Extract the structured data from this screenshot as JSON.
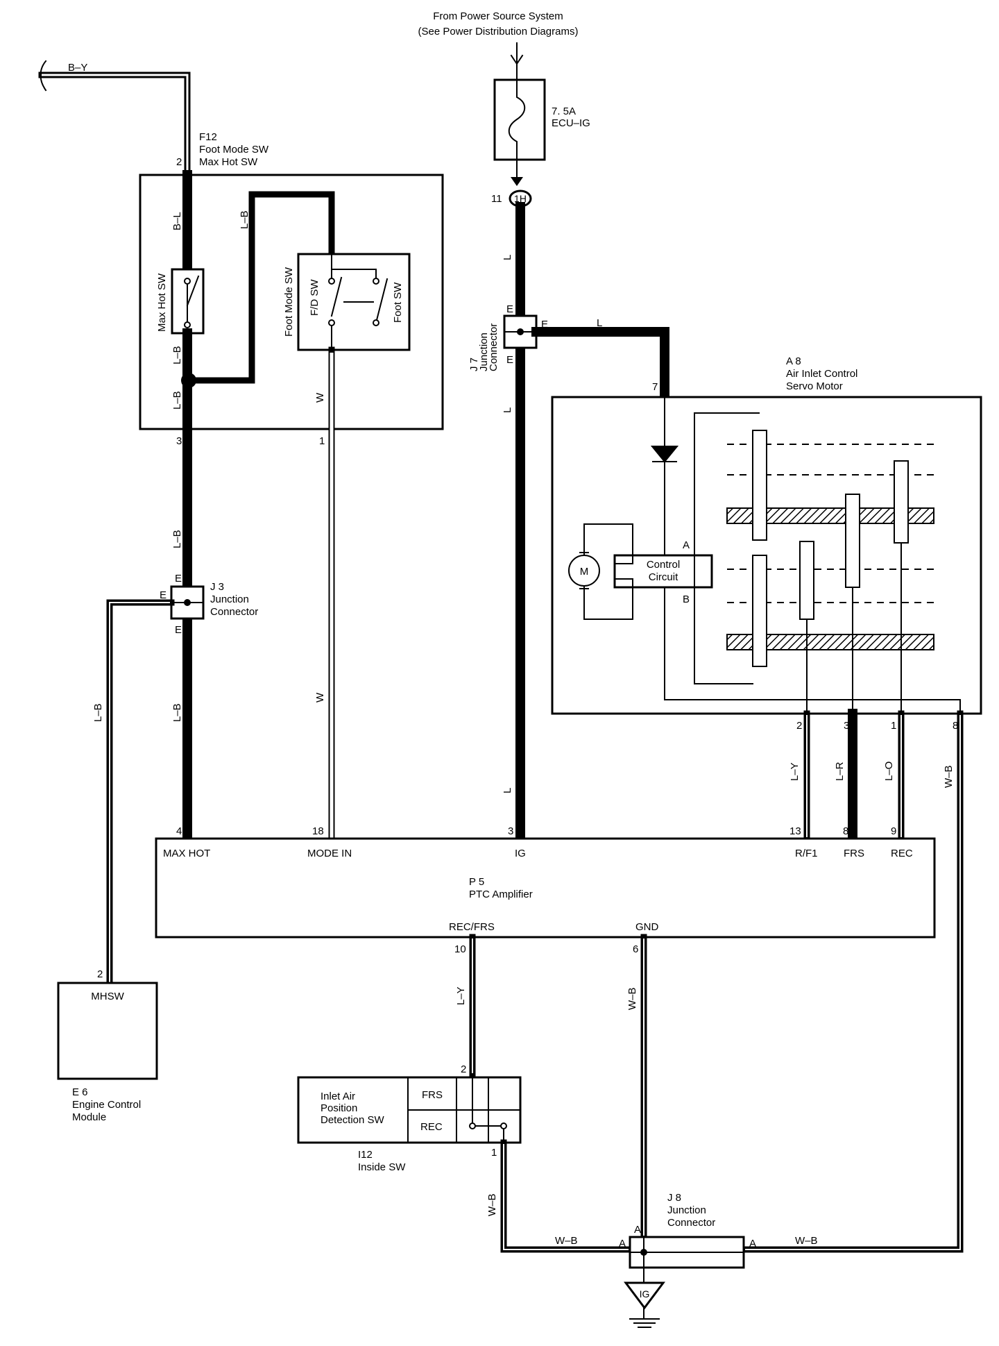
{
  "power_source": {
    "line1": "From Power Source System",
    "line2": "(See Power Distribution Diagrams)"
  },
  "fuse": {
    "rating": "7. 5A",
    "name": "ECU–IG"
  },
  "connector_1h": {
    "pin": "11",
    "id": "1H"
  },
  "top_wire": {
    "color": "B–Y"
  },
  "f12": {
    "id": "F12",
    "name1": "Foot Mode SW",
    "name2": "Max Hot SW",
    "pin_top": "2",
    "pin_left": "3",
    "pin_right": "1",
    "max_hot_label": "Max Hot SW",
    "foot_mode_label": "Foot Mode SW",
    "fd_label": "F/D SW",
    "foot_label": "Foot SW"
  },
  "j3": {
    "id": "J 3",
    "name1": "Junction",
    "name2": "Connector",
    "pin_e": "E"
  },
  "j7": {
    "id": "J 7",
    "name1": "Junction",
    "name2": "Connector",
    "pin_e": "E"
  },
  "j8": {
    "id": "J 8",
    "name1": "Junction",
    "name2": "Connector",
    "pin_a": "A"
  },
  "a8": {
    "id": "A 8",
    "name1": "Air Inlet Control",
    "name2": "Servo Motor",
    "pin_7": "7",
    "pin_2": "2",
    "pin_3": "3",
    "pin_1": "1",
    "pin_8": "8",
    "control_circuit1": "Control",
    "control_circuit2": "Circuit",
    "motor": "M",
    "term_a": "A",
    "term_b": "B"
  },
  "p5": {
    "id": "P 5",
    "name": "PTC Amplifier",
    "pins": {
      "max_hot": "MAX HOT",
      "mode_in": "MODE IN",
      "ig": "IG",
      "rf1": "R/F1",
      "frs": "FRS",
      "rec": "REC",
      "rec_frs": "REC/FRS",
      "gnd": "GND"
    },
    "pin_nums": {
      "max_hot": "4",
      "mode_in": "18",
      "ig": "3",
      "rf1": "13",
      "frs": "8",
      "rec": "9",
      "rec_frs": "10",
      "gnd": "6"
    }
  },
  "e6": {
    "id": "E 6",
    "name1": "Engine Control",
    "name2": "Module",
    "label": "MHSW",
    "pin": "2"
  },
  "i12": {
    "id": "I12",
    "name": "Inside SW",
    "label1": "Inlet Air",
    "label2": "Position",
    "label3": "Detection SW",
    "frs": "FRS",
    "rec": "REC",
    "pin_2": "2",
    "pin_1": "1"
  },
  "wire_colors": {
    "lb": "L–B",
    "bl": "B–L",
    "w": "W",
    "l": "L",
    "ly": "L–Y",
    "lr": "L–R",
    "lo": "L–O",
    "wb": "W–B"
  },
  "ground": {
    "label": "IG"
  }
}
